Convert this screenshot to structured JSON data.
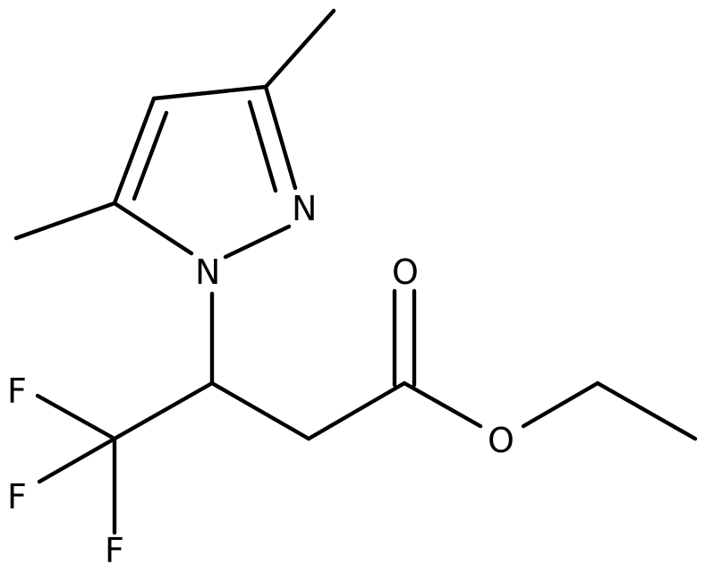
{
  "molecule": {
    "atoms": {
      "n1": "N",
      "n2": "N",
      "o_carbonyl": "O",
      "o_ester": "O",
      "f1": "F",
      "f2": "F",
      "f3": "F"
    }
  }
}
